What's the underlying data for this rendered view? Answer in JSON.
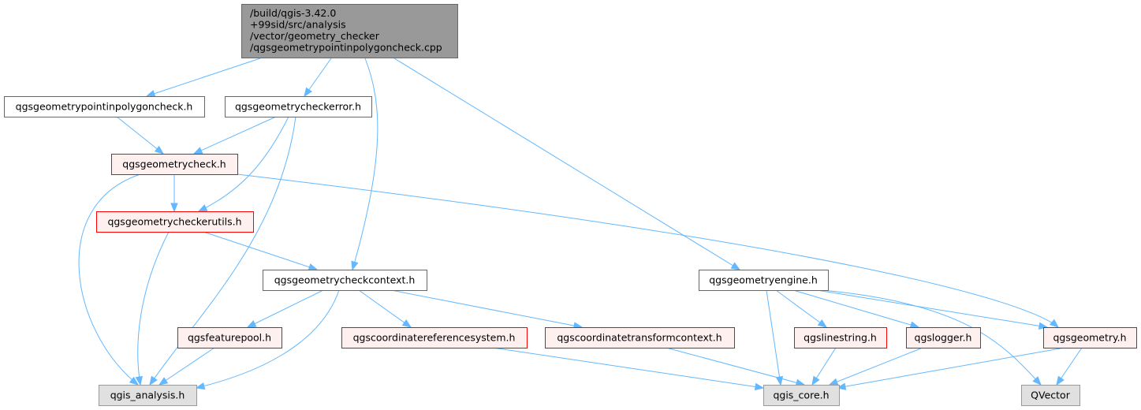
{
  "graph": {
    "colors": {
      "root_fill": "#999999",
      "root_stroke": "#666666",
      "plain_fill": "#ffffff",
      "plain_stroke": "#666666",
      "red_fill": "#fff0f0",
      "red_stroke": "#ff0000",
      "external_fill": "#e0e0e0",
      "external_stroke": "#999999",
      "edge": "#63b8ff"
    },
    "nodes": [
      {
        "id": "root",
        "style": "root",
        "lines": [
          "/build/qgis-3.42.0",
          "+99sid/src/analysis",
          "/vector/geometry_checker",
          "/qgsgeometrypointinpolygoncheck.cpp"
        ]
      },
      {
        "id": "pipcheck_h",
        "style": "plain",
        "lines": [
          "qgsgeometrypointinpolygoncheck.h"
        ]
      },
      {
        "id": "checkerror_h",
        "style": "plain",
        "lines": [
          "qgsgeometrycheckerror.h"
        ]
      },
      {
        "id": "check_h",
        "style": "red",
        "lines": [
          "qgsgeometrycheck.h"
        ]
      },
      {
        "id": "checkerutils_h",
        "style": "red",
        "lines": [
          "qgsgeometrycheckerutils.h"
        ]
      },
      {
        "id": "checkcontext_h",
        "style": "plain",
        "lines": [
          "qgsgeometrycheckcontext.h"
        ]
      },
      {
        "id": "engine_h",
        "style": "plain",
        "lines": [
          "qgsgeometryengine.h"
        ]
      },
      {
        "id": "featurepool_h",
        "style": "red",
        "lines": [
          "qgsfeaturepool.h"
        ]
      },
      {
        "id": "crs_h",
        "style": "red",
        "lines": [
          "qgscoordinatereferencesystem.h"
        ]
      },
      {
        "id": "ctc_h",
        "style": "red",
        "lines": [
          "qgscoordinatetransformcontext.h"
        ]
      },
      {
        "id": "linestring_h",
        "style": "red",
        "lines": [
          "qgslinestring.h"
        ]
      },
      {
        "id": "logger_h",
        "style": "red",
        "lines": [
          "qgslogger.h"
        ]
      },
      {
        "id": "geometry_h",
        "style": "red",
        "lines": [
          "qgsgeometry.h"
        ]
      },
      {
        "id": "analysis_h",
        "style": "external",
        "lines": [
          "qgis_analysis.h"
        ]
      },
      {
        "id": "core_h",
        "style": "external",
        "lines": [
          "qgis_core.h"
        ]
      },
      {
        "id": "qvector",
        "style": "external",
        "lines": [
          "QVector"
        ]
      }
    ],
    "edges": [
      {
        "from": "root",
        "to": "pipcheck_h"
      },
      {
        "from": "root",
        "to": "checkerror_h"
      },
      {
        "from": "root",
        "to": "checkcontext_h"
      },
      {
        "from": "root",
        "to": "engine_h"
      },
      {
        "from": "pipcheck_h",
        "to": "check_h"
      },
      {
        "from": "checkerror_h",
        "to": "check_h"
      },
      {
        "from": "checkerror_h",
        "to": "checkerutils_h"
      },
      {
        "from": "checkerror_h",
        "to": "analysis_h"
      },
      {
        "from": "check_h",
        "to": "checkerutils_h"
      },
      {
        "from": "check_h",
        "to": "analysis_h"
      },
      {
        "from": "check_h",
        "to": "geometry_h"
      },
      {
        "from": "checkerutils_h",
        "to": "checkcontext_h"
      },
      {
        "from": "checkerutils_h",
        "to": "analysis_h"
      },
      {
        "from": "checkcontext_h",
        "to": "featurepool_h"
      },
      {
        "from": "checkcontext_h",
        "to": "crs_h"
      },
      {
        "from": "checkcontext_h",
        "to": "ctc_h"
      },
      {
        "from": "checkcontext_h",
        "to": "analysis_h"
      },
      {
        "from": "featurepool_h",
        "to": "analysis_h"
      },
      {
        "from": "crs_h",
        "to": "core_h"
      },
      {
        "from": "ctc_h",
        "to": "core_h"
      },
      {
        "from": "engine_h",
        "to": "core_h"
      },
      {
        "from": "engine_h",
        "to": "linestring_h"
      },
      {
        "from": "engine_h",
        "to": "logger_h"
      },
      {
        "from": "engine_h",
        "to": "geometry_h"
      },
      {
        "from": "engine_h",
        "to": "qvector"
      },
      {
        "from": "linestring_h",
        "to": "core_h"
      },
      {
        "from": "logger_h",
        "to": "core_h"
      },
      {
        "from": "geometry_h",
        "to": "core_h"
      },
      {
        "from": "geometry_h",
        "to": "qvector"
      }
    ]
  }
}
